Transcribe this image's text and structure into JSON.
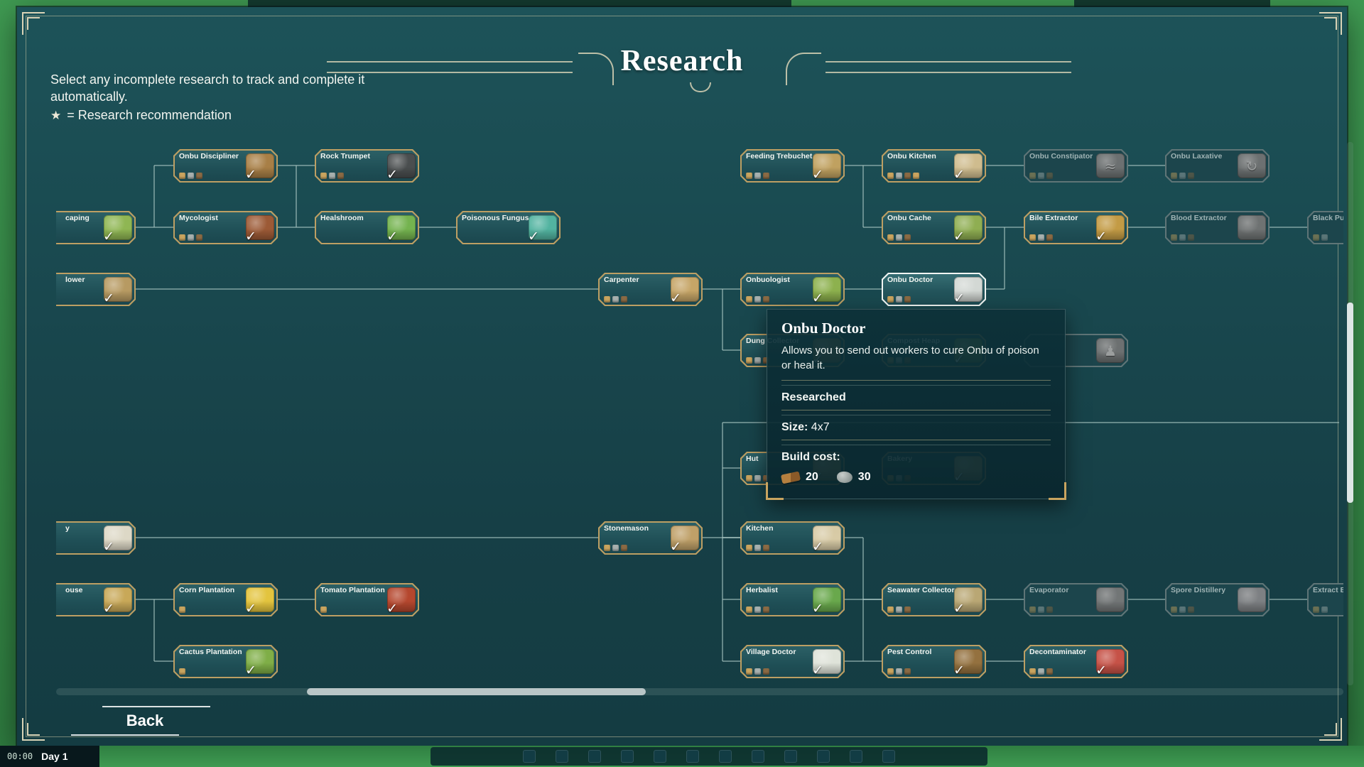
{
  "overlay": {
    "title": "Research",
    "instructions": "Select any incomplete research to track and complete it automatically.",
    "legend_star": "★",
    "legend_text": "= Research recommendation",
    "back_label": "Back"
  },
  "statusbar": {
    "time": "00:00",
    "day": "Day 1"
  },
  "tooltip": {
    "title": "Onbu Doctor",
    "description": "Allows you to send out workers to cure Onbu of poison or heal it.",
    "status": "Researched",
    "size_label": "Size:",
    "size_value": "4x7",
    "build_cost_label": "Build cost:",
    "costs": [
      {
        "resource": "wood",
        "amount": "20"
      },
      {
        "resource": "stone",
        "amount": "30"
      }
    ]
  },
  "colors": {
    "panel_bg": "#18494f",
    "frame_cream": "#d9d3b6",
    "node_border_gold": "#bd9f63",
    "selected_border": "#f1f5f3",
    "tooltip_corner_gold": "#c9a45f",
    "edge": "#a8c4c1"
  },
  "tree": {
    "columns": [
      -35,
      165,
      364,
      563,
      763,
      963,
      1162,
      1362,
      1561,
      1761
    ],
    "rows": [
      10,
      97,
      184,
      270,
      436,
      534,
      621,
      708
    ],
    "nodes": [
      {
        "label": "Onbu Discipliner",
        "col": 1,
        "row": 0,
        "state": "researched",
        "thumb": "#a87f46",
        "res": 3
      },
      {
        "label": "Rock Trumpet",
        "col": 2,
        "row": 0,
        "state": "researched",
        "thumb": "#4a4e4f",
        "res": 3
      },
      {
        "label": "Feeding Trebuchet",
        "col": 5,
        "row": 0,
        "state": "researched",
        "thumb": "#c0a160",
        "res": 3
      },
      {
        "label": "Onbu Kitchen",
        "col": 6,
        "row": 0,
        "state": "researched",
        "thumb": "#cfbc8e",
        "res": 4
      },
      {
        "label": "Onbu Constipator",
        "col": 7,
        "row": 0,
        "state": "locked",
        "glyph": "≈",
        "res": 3
      },
      {
        "label": "Onbu Laxative",
        "col": 8,
        "row": 0,
        "state": "locked",
        "glyph": "↻",
        "res": 3
      },
      {
        "label": "caping",
        "col": 0,
        "row": 1,
        "state": "researched",
        "thumb": "#8fb653",
        "res": 0,
        "clip": "left"
      },
      {
        "label": "Mycologist",
        "col": 1,
        "row": 1,
        "state": "researched",
        "thumb": "#9c5a36",
        "res": 3
      },
      {
        "label": "Healshroom",
        "col": 2,
        "row": 1,
        "state": "researched",
        "thumb": "#74b34f",
        "res": 0
      },
      {
        "label": "Poisonous Fungus",
        "col": 3,
        "row": 1,
        "state": "researched",
        "thumb": "#52b3a0",
        "res": 0
      },
      {
        "label": "Onbu Cache",
        "col": 6,
        "row": 1,
        "state": "researched",
        "thumb": "#8fae52",
        "res": 3
      },
      {
        "label": "Bile Extractor",
        "col": 7,
        "row": 1,
        "state": "researched",
        "thumb": "#c39b45",
        "res": 3
      },
      {
        "label": "Blood Extractor",
        "col": 8,
        "row": 1,
        "state": "locked",
        "thumb": "#77898a",
        "res": 3
      },
      {
        "label": "Black Pudd",
        "col": 9,
        "row": 1,
        "state": "locked",
        "res": 2,
        "clip": "right"
      },
      {
        "label": "lower",
        "col": 0,
        "row": 2,
        "state": "researched",
        "thumb": "#b79a62",
        "res": 0,
        "clip": "left"
      },
      {
        "label": "Carpenter",
        "col": 4,
        "row": 2,
        "state": "researched",
        "thumb": "#c6a567",
        "res": 3
      },
      {
        "label": "Onbuologist",
        "col": 5,
        "row": 2,
        "state": "researched",
        "thumb": "#8db14e",
        "res": 3
      },
      {
        "label": "Onbu Doctor",
        "col": 6,
        "row": 2,
        "state": "researched",
        "thumb": "#d3d8d4",
        "res": 3,
        "selected": true
      },
      {
        "label": "Dung Collector",
        "col": 5,
        "row": 3,
        "state": "researched",
        "thumb": "#b08d52",
        "res": 3
      },
      {
        "label": "Compost Heap",
        "col": 6,
        "row": 3,
        "state": "researched",
        "thumb": "#86a04c",
        "res": 3
      },
      {
        "label": "",
        "col": 7,
        "row": 3,
        "state": "locked",
        "glyph": "♟",
        "res": 0
      },
      {
        "label": "Hut",
        "col": 5,
        "row": 4,
        "state": "researched",
        "thumb": "#c0a06a",
        "res": 3
      },
      {
        "label": "Bakery",
        "col": 6,
        "row": 4,
        "state": "researched",
        "thumb": "#c8ab72",
        "res": 3
      },
      {
        "label": "y",
        "col": 0,
        "row": 5,
        "state": "researched",
        "thumb": "#ddd8c6",
        "res": 0,
        "clip": "left"
      },
      {
        "label": "Stonemason",
        "col": 4,
        "row": 5,
        "state": "researched",
        "thumb": "#bfa068",
        "res": 3
      },
      {
        "label": "Kitchen",
        "col": 5,
        "row": 5,
        "state": "researched",
        "thumb": "#d8cba6",
        "res": 3
      },
      {
        "label": "ouse",
        "col": 0,
        "row": 6,
        "state": "researched",
        "thumb": "#c8a858",
        "res": 0,
        "clip": "left"
      },
      {
        "label": "Corn Plantation",
        "col": 1,
        "row": 6,
        "state": "researched",
        "thumb": "#e3c43e",
        "res": 1
      },
      {
        "label": "Tomato Plantation",
        "col": 2,
        "row": 6,
        "state": "researched",
        "thumb": "#b5472e",
        "res": 1
      },
      {
        "label": "Herbalist",
        "col": 5,
        "row": 6,
        "state": "researched",
        "thumb": "#69a84c",
        "res": 3
      },
      {
        "label": "Seawater Collector",
        "col": 6,
        "row": 6,
        "state": "researched",
        "thumb": "#b9a774",
        "res": 3
      },
      {
        "label": "Evaporator",
        "col": 7,
        "row": 6,
        "state": "locked",
        "thumb": "#7b8d90",
        "res": 3
      },
      {
        "label": "Spore Distillery",
        "col": 8,
        "row": 6,
        "state": "locked",
        "thumb": "#8a98a5",
        "res": 3
      },
      {
        "label": "Extract Ess",
        "col": 9,
        "row": 6,
        "state": "locked",
        "res": 2,
        "clip": "right"
      },
      {
        "label": "Cactus Plantation",
        "col": 1,
        "row": 7,
        "state": "researched",
        "thumb": "#7fae47",
        "res": 1
      },
      {
        "label": "Village Doctor",
        "col": 5,
        "row": 7,
        "state": "researched",
        "thumb": "#dfe3d9",
        "res": 3
      },
      {
        "label": "Pest Control",
        "col": 6,
        "row": 7,
        "state": "researched",
        "thumb": "#94713f",
        "res": 3
      },
      {
        "label": "Decontaminator",
        "col": 7,
        "row": 7,
        "state": "researched",
        "thumb": "#c65247",
        "res": 3
      }
    ],
    "edges": [
      [
        112,
        120,
        165,
        120
      ],
      [
        138,
        33,
        165,
        33
      ],
      [
        138,
        33,
        138,
        120
      ],
      [
        312,
        33,
        364,
        33
      ],
      [
        338,
        33,
        338,
        120
      ],
      [
        312,
        120,
        364,
        120
      ],
      [
        511,
        120,
        563,
        120
      ],
      [
        112,
        207,
        763,
        207
      ],
      [
        910,
        207,
        963,
        207
      ],
      [
        1110,
        207,
        1162,
        207
      ],
      [
        1110,
        33,
        1162,
        33
      ],
      [
        1136,
        33,
        1136,
        120
      ],
      [
        1136,
        120,
        1162,
        120
      ],
      [
        1309,
        33,
        1362,
        33
      ],
      [
        1509,
        33,
        1561,
        33
      ],
      [
        1309,
        120,
        1362,
        120
      ],
      [
        1509,
        120,
        1561,
        120
      ],
      [
        1708,
        120,
        1761,
        120
      ],
      [
        1309,
        207,
        1335,
        207
      ],
      [
        1335,
        120,
        1335,
        207
      ],
      [
        938,
        207,
        938,
        293
      ],
      [
        938,
        293,
        963,
        293
      ],
      [
        1110,
        293,
        1162,
        293
      ],
      [
        1309,
        293,
        1362,
        293
      ],
      [
        938,
        395,
        1806,
        395
      ],
      [
        938,
        395,
        938,
        731
      ],
      [
        938,
        459,
        963,
        459
      ],
      [
        938,
        557,
        963,
        557
      ],
      [
        938,
        644,
        963,
        644
      ],
      [
        938,
        731,
        963,
        731
      ],
      [
        112,
        557,
        763,
        557
      ],
      [
        910,
        557,
        963,
        557
      ],
      [
        1110,
        557,
        1136,
        557
      ],
      [
        1136,
        557,
        1136,
        644
      ],
      [
        1136,
        644,
        1162,
        644
      ],
      [
        1110,
        644,
        1162,
        644
      ],
      [
        1309,
        644,
        1362,
        644
      ],
      [
        1509,
        644,
        1561,
        644
      ],
      [
        1708,
        644,
        1761,
        644
      ],
      [
        1110,
        731,
        1162,
        731
      ],
      [
        1309,
        731,
        1362,
        731
      ],
      [
        1136,
        644,
        1136,
        731
      ],
      [
        112,
        644,
        165,
        644
      ],
      [
        138,
        644,
        138,
        731
      ],
      [
        138,
        731,
        165,
        731
      ],
      [
        312,
        644,
        364,
        644
      ]
    ]
  }
}
